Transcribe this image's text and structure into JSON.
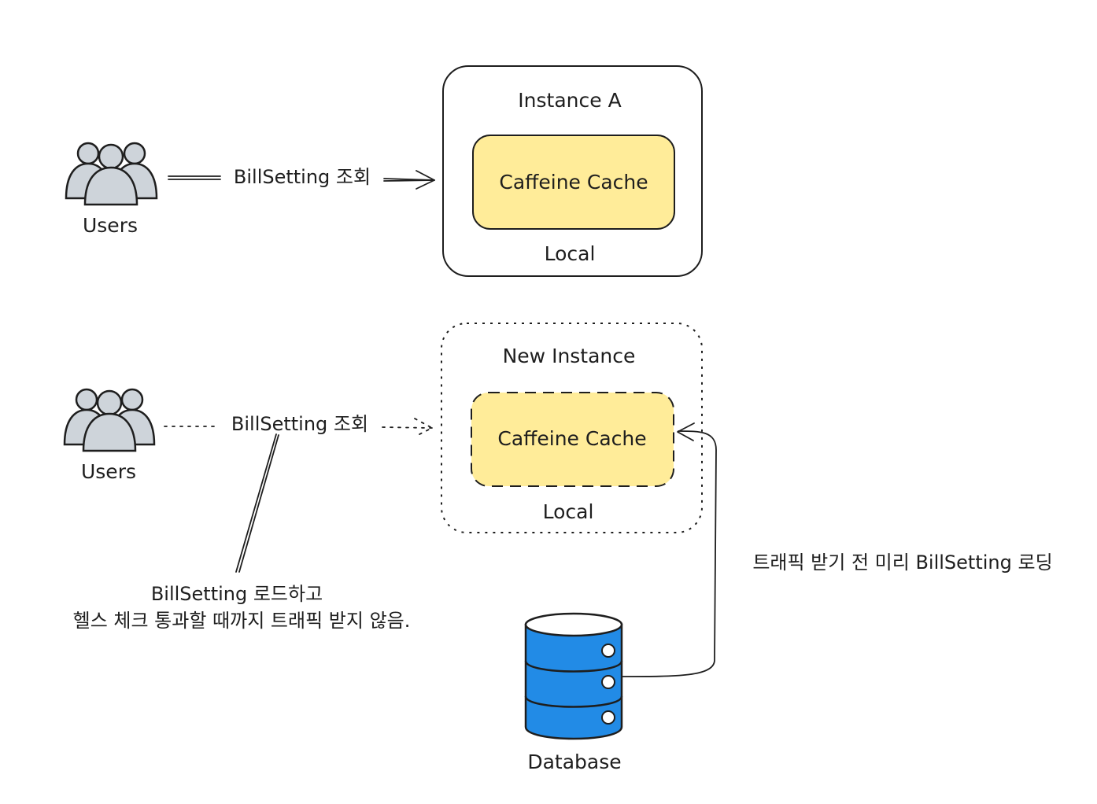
{
  "top": {
    "users_label": "Users",
    "arrow_label": "BillSetting 조회",
    "instance_title": "Instance A",
    "cache_label": "Caffeine Cache",
    "local_label": "Local"
  },
  "bottom": {
    "users_label": "Users",
    "arrow_label": "BillSetting 조회",
    "instance_title": "New Instance",
    "cache_label": "Caffeine Cache",
    "local_label": "Local",
    "note_line1": "BillSetting 로드하고",
    "note_line2": "헬스 체크 통과할 때까지 트래픽 받지 않음.",
    "preload_label": "트래픽 받기 전 미리 BillSetting 로딩",
    "database_label": "Database"
  },
  "colors": {
    "cache_fill": "#ffec99",
    "users_fill": "#ced4da",
    "database_fill": "#228be6",
    "stroke": "#1e1e1e"
  }
}
